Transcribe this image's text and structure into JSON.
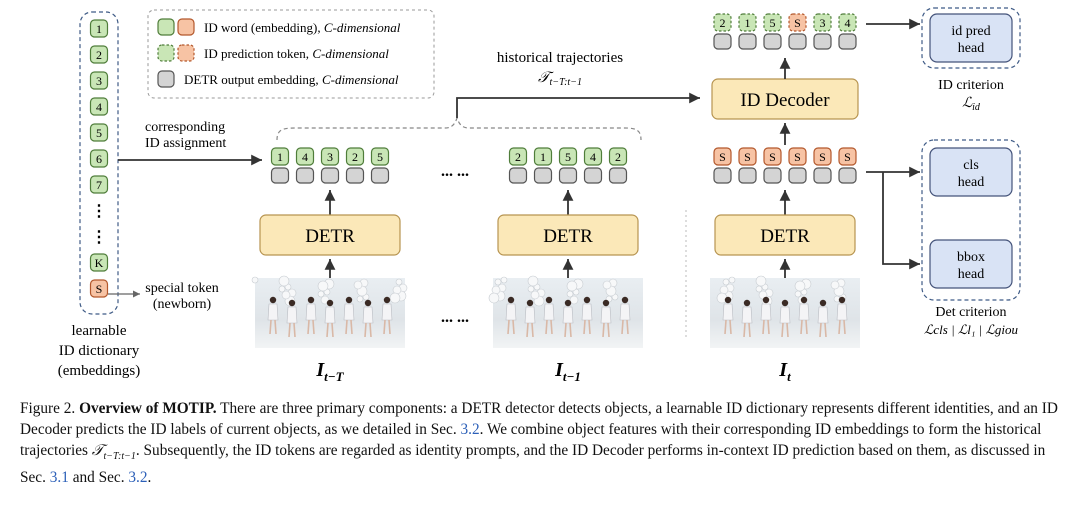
{
  "dictionary": {
    "tokens": [
      "1",
      "2",
      "3",
      "4",
      "5",
      "6",
      "7",
      "⋮",
      "⋮",
      "K",
      "S"
    ],
    "label": [
      "learnable",
      "ID dictionary",
      "(embeddings)"
    ]
  },
  "legend": {
    "id_word": [
      "ID word (embedding), ",
      "C-dimensional"
    ],
    "id_pred": [
      "ID prediction token, ",
      "C-dimensional"
    ],
    "detr_out": [
      "DETR output embedding, ",
      "C-dimensional"
    ]
  },
  "special_token": [
    "special token",
    "(newborn)"
  ],
  "assignment": [
    "corresponding",
    "ID assignment"
  ],
  "historical": {
    "title": "historical trajectories",
    "symbol": "𝒯",
    "sub": "t−T:t−1"
  },
  "frames": [
    {
      "ids": [
        "1",
        "4",
        "3",
        "2",
        "5"
      ],
      "detr": "DETR",
      "label": "I",
      "sub": "t−T"
    },
    {
      "ids": [
        "2",
        "1",
        "5",
        "4",
        "2"
      ],
      "detr": "DETR",
      "label": "I",
      "sub": "t−1"
    },
    {
      "ids": [
        "S",
        "S",
        "S",
        "S",
        "S",
        "S"
      ],
      "detr": "DETR",
      "label": "I",
      "sub": "t"
    }
  ],
  "ellipsis": "... ...",
  "decoder": {
    "label": "ID Decoder",
    "outputs": [
      {
        "id": "2",
        "kind": "pred"
      },
      {
        "id": "1",
        "kind": "pred"
      },
      {
        "id": "5",
        "kind": "pred"
      },
      {
        "id": "S",
        "kind": "special"
      },
      {
        "id": "3",
        "kind": "pred"
      },
      {
        "id": "4",
        "kind": "pred"
      }
    ]
  },
  "heads": {
    "id_pred": [
      "id pred",
      "head"
    ],
    "cls": [
      "cls",
      "head"
    ],
    "bbox": [
      "bbox",
      "head"
    ]
  },
  "criteria": {
    "id": {
      "title": "ID criterion",
      "formula": "ℒ",
      "sub": "id"
    },
    "det": {
      "title": "Det criterion",
      "formula": "ℒcls | ℒl₁ | ℒgiou"
    }
  },
  "caption": {
    "figure": "Figure 2.",
    "title": "Overview of MOTIP.",
    "p1": "There are three primary components: a DETR detector detects objects, a learnable ID dictionary represents different identities, and an ID Decoder predicts the ID labels of current objects, as we detailed in Sec.",
    "ref1": "3.2",
    "p2": ". We combine object features with their corresponding ID embeddings to form the historical trajectories",
    "traj": "𝒯",
    "traj_sub": "t−T:t−1",
    "p3": ". Subsequently, the ID tokens are regarded as identity prompts, and the ID Decoder performs in-context ID prediction based on them, as discussed in Sec.",
    "ref2": "3.1",
    "p4": "and Sec.",
    "ref3": "3.2",
    "p5": "."
  },
  "colors": {
    "id_green": "#c9e6b6",
    "id_green_stroke": "#4f7d3a",
    "special_orange": "#f7c3a4",
    "special_stroke": "#b3582c",
    "detr_gray": "#d4d4d4",
    "detr_box": "#fbe8b8",
    "detr_box_stroke": "#b79450",
    "head_blue": "#d9e3f5",
    "head_stroke": "#44537a"
  }
}
